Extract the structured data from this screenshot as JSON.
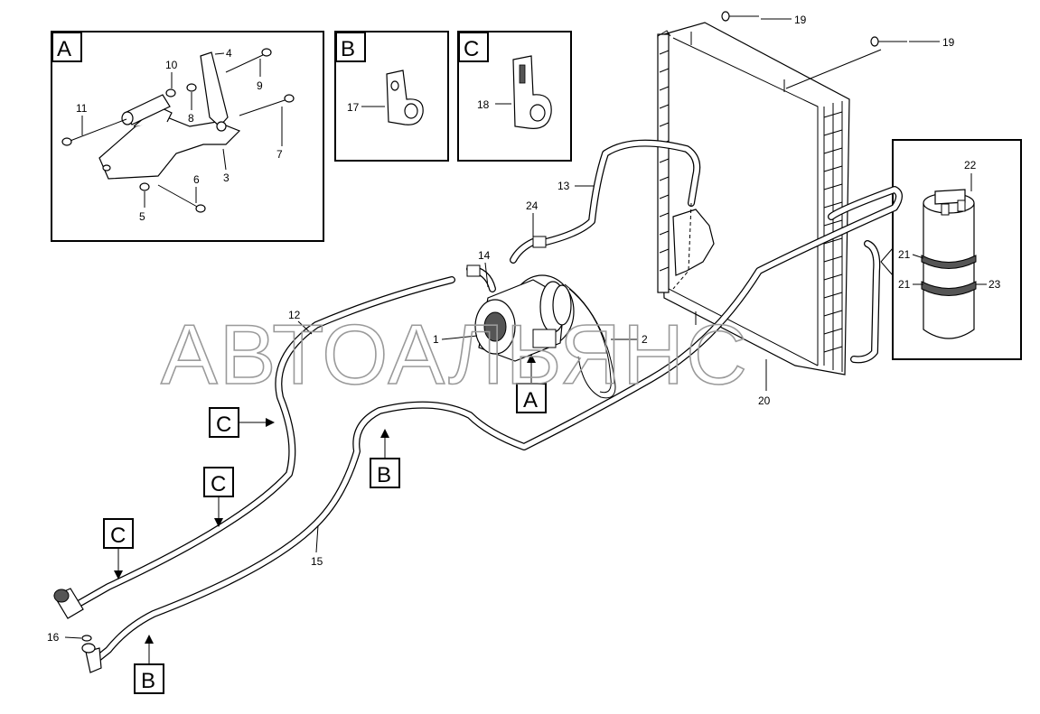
{
  "watermark": "АВТОАЛЬЯНС",
  "detail_boxes": {
    "a": {
      "label": "A",
      "callouts": [
        "4",
        "10",
        "9",
        "11",
        "8",
        "7",
        "3",
        "6",
        "5"
      ]
    },
    "b": {
      "label": "B",
      "callouts": [
        "17"
      ]
    },
    "c": {
      "label": "C",
      "callouts": [
        "18"
      ]
    },
    "receiver_drier": {
      "callouts": [
        "22",
        "21",
        "21",
        "23"
      ]
    }
  },
  "main_callouts": [
    "19",
    "19",
    "13",
    "24",
    "14",
    "12",
    "1",
    "2",
    "20",
    "15",
    "16"
  ],
  "view_markers": [
    "A",
    "B",
    "C",
    "C",
    "C",
    "B"
  ]
}
